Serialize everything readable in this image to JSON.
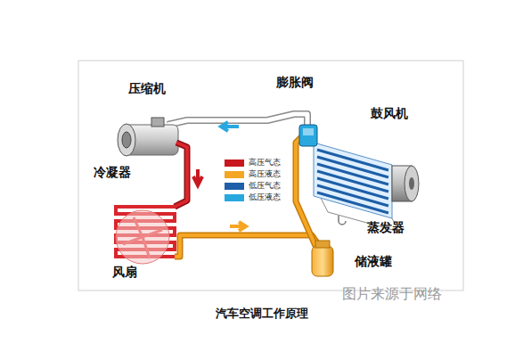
{
  "diagram": {
    "caption": "汽车空调工作原理",
    "labels": [
      "压缩机",
      "膨胀阀",
      "鼓风机",
      "冷凝器",
      "风扇",
      "蒸发器",
      "储液罐",
      "图片来源于网络"
    ],
    "legend": [
      {
        "text": "高压气态",
        "color": "#c8171e"
      },
      {
        "text": "高压液态",
        "color": "#f5a623"
      },
      {
        "text": "低压气态",
        "color": "#1d5fa8"
      },
      {
        "text": "低压液态",
        "color": "#29a8e0"
      }
    ]
  }
}
